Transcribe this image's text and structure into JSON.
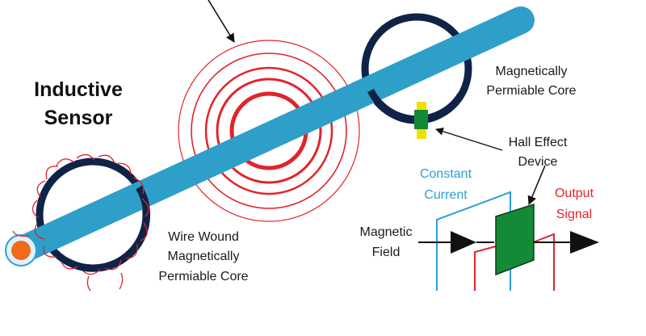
{
  "labels": {
    "inductive_sensor_line1": "Inductive",
    "inductive_sensor_line2": "Sensor",
    "wire_wound_line1": "Wire Wound",
    "wire_wound_line2": "Magnetically",
    "wire_wound_line3": "Permiable Core",
    "mag_core_line1": "Magnetically",
    "mag_core_line2": "Permiable Core",
    "hall_line1": "Hall Effect",
    "hall_line2": "Device",
    "constant_current_line1": "Constant",
    "constant_current_line2": "Current",
    "output_signal_line1": "Output",
    "output_signal_line2": "Signal",
    "magnetic_field_line1": "Magnetic",
    "magnetic_field_line2": "Field"
  },
  "colors": {
    "conductor": "#2e9fc9",
    "conductor_core": "#f06a1c",
    "core_ring": "#0f2347",
    "field_lines": "#e0242b",
    "coil_wire": "#e0242b",
    "hall_chip": "#138a36",
    "hall_mount": "#f0e000",
    "constant_current": "#2a9fd6",
    "output_signal": "#e0242b"
  }
}
